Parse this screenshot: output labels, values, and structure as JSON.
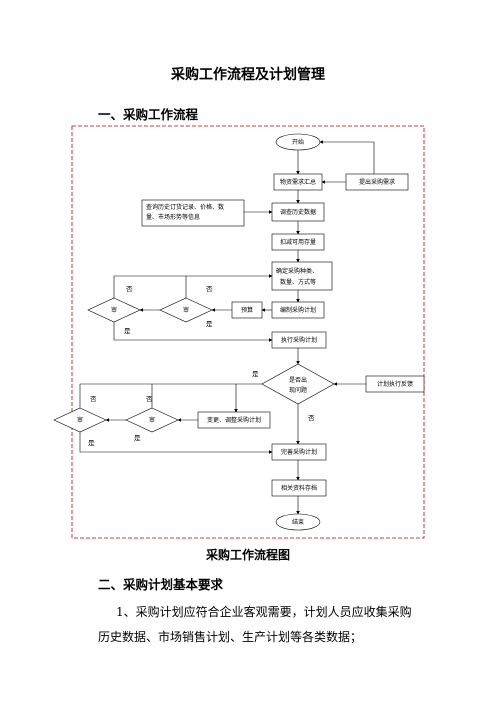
{
  "doc": {
    "title": "采购工作流程及计划管理",
    "section1": "一、采购工作流程",
    "caption": "采购工作流程图",
    "section2": "二、采购计划基本要求",
    "para1": "1、采购计划应符合企业客观需要，计划人员应收集采购历史数据、市场销售计划、生产计划等各类数据；"
  },
  "flowchart": {
    "start": "开始",
    "collect": "物资需求汇总",
    "submit": "提出采购需求",
    "history_line1": "查询历史订货记录、价格、数",
    "history_line2": "量、市场形势等信息",
    "review_history": "调查历史数据",
    "deduct": "扣减可用存量",
    "determine_line1": "确定采购种类、",
    "determine_line2": "数量、方式等",
    "budget": "预算",
    "compile": "编制采购计划",
    "approve1": "审",
    "approve2": "审",
    "execute": "执行采购计划",
    "problem_line1": "是否出",
    "problem_line2": "现问题",
    "feedback": "计划执行反馈",
    "change": "变更、调整采购计划",
    "approve3": "审",
    "approve4": "审",
    "complete": "完善采购计划",
    "archive": "相关资料存档",
    "end": "结束",
    "label_no": "否",
    "label_yes": "是"
  }
}
